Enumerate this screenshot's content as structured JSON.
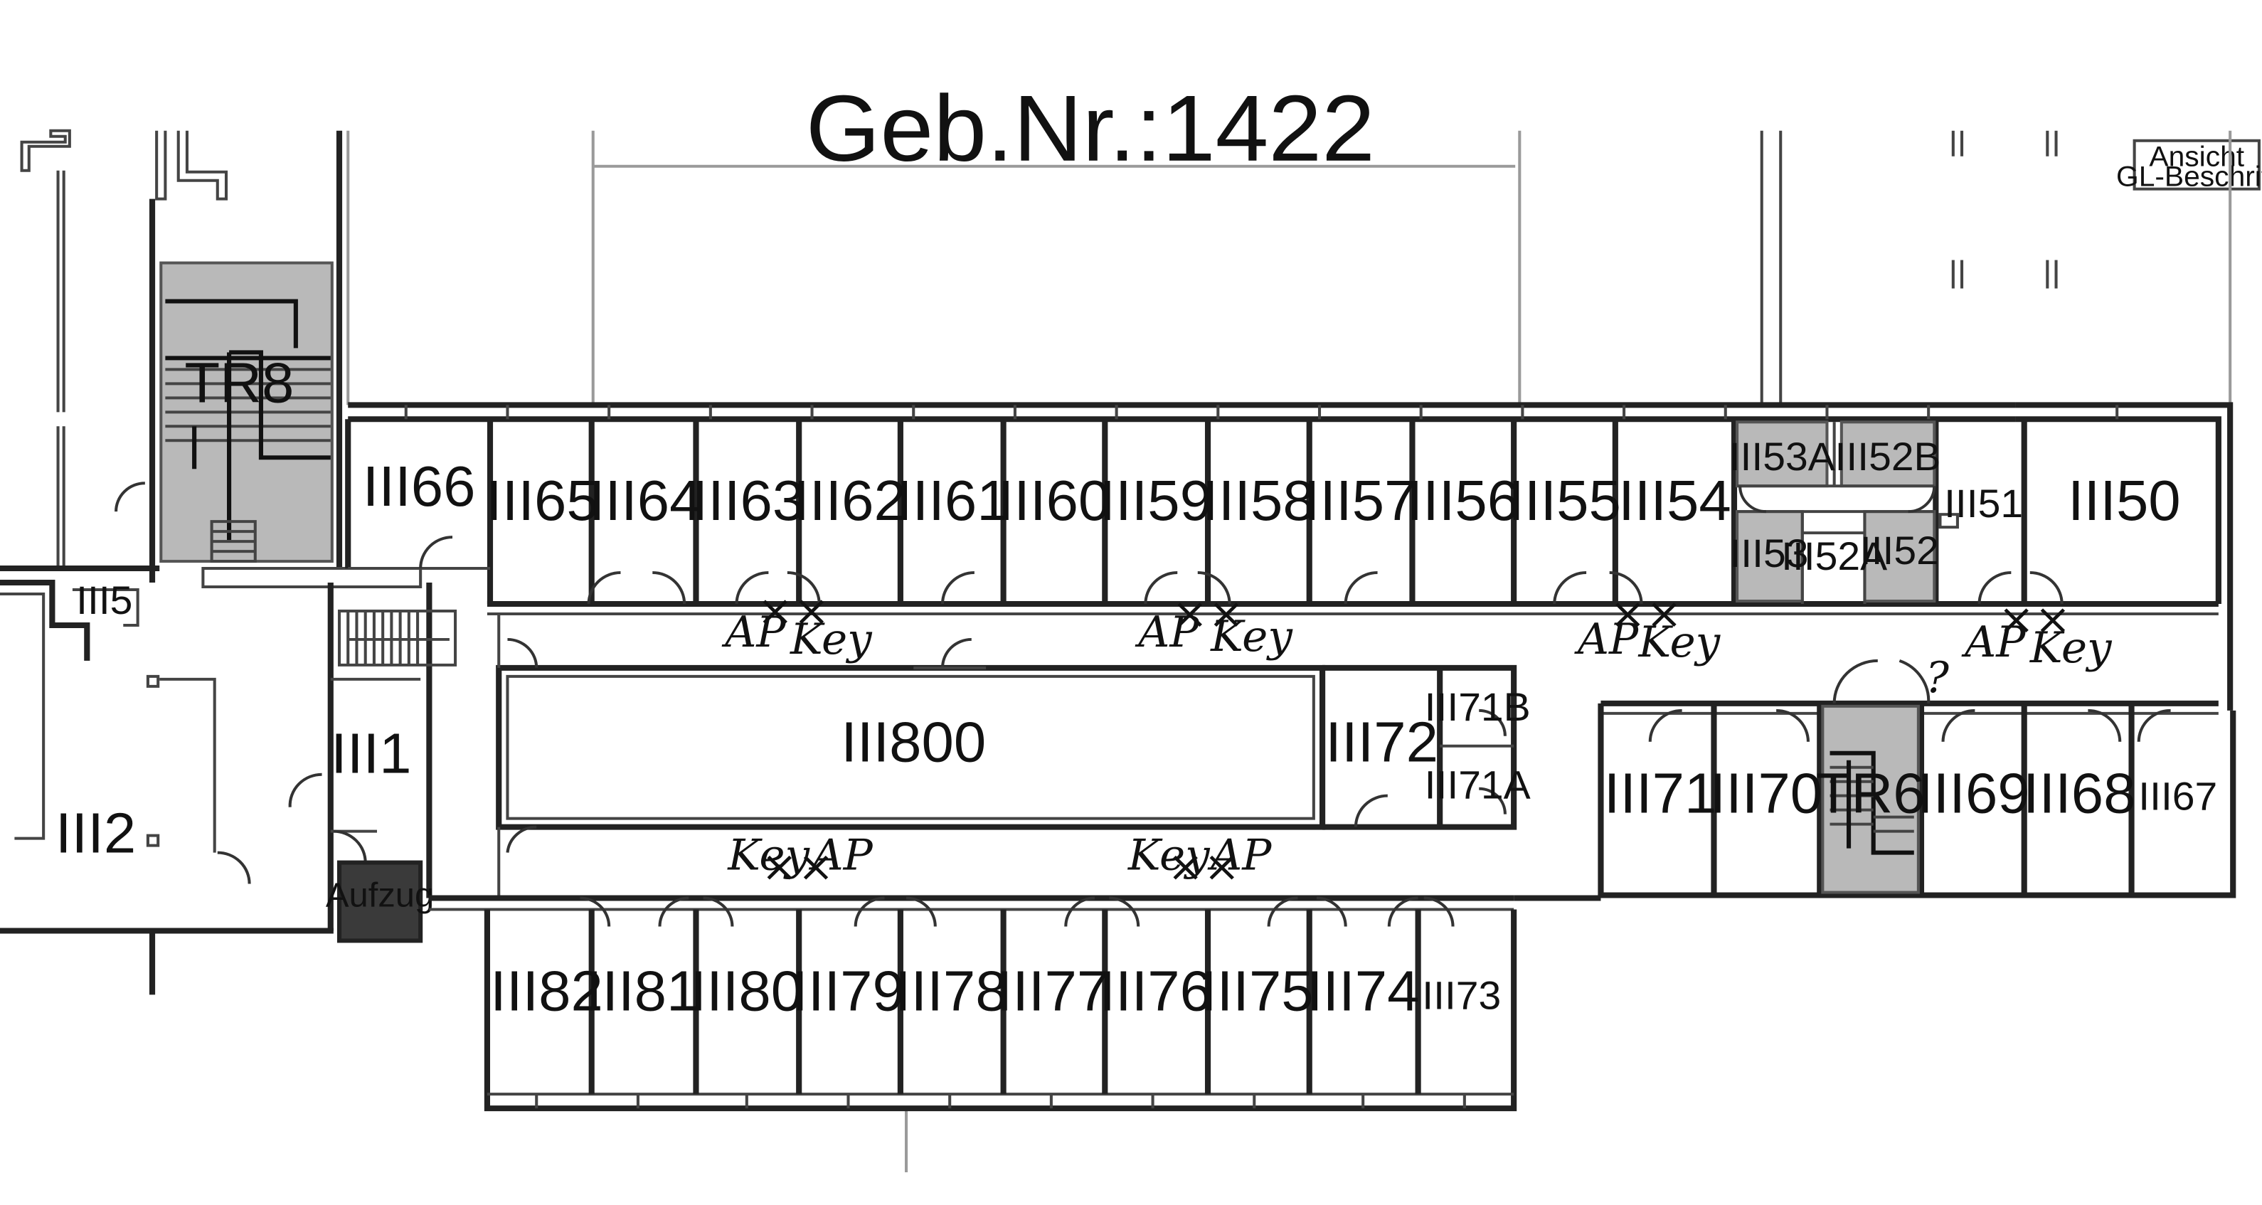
{
  "title": "Geb.Nr.:1422",
  "legend": {
    "line1": "Ansicht",
    "line2": "GL-Beschrift"
  },
  "rooms": {
    "r66": "III66",
    "r65": "III65",
    "r64": "III64",
    "r63": "III63",
    "r62": "III62",
    "r61": "III61",
    "r60": "III60",
    "r59": "III59",
    "r58": "III58",
    "r57": "III57",
    "r56": "III56",
    "r55": "III55",
    "r54": "III54",
    "r53A": "III53A",
    "r52B": "III52B",
    "r53": "III53",
    "r52A": "III52A",
    "r52": "III52",
    "r51": "III51",
    "r50": "III50",
    "r5": "III5",
    "r1": "III1",
    "r2": "III2",
    "r800": "III800",
    "r72": "III72",
    "r71B": "III71B",
    "r71A": "III71A",
    "r71": "III71",
    "r70": "III70",
    "r69": "III69",
    "r68": "III68",
    "r67": "III67",
    "r82": "III82",
    "r81": "III81",
    "r80": "III80",
    "r79": "III79",
    "r78": "III78",
    "r77": "III77",
    "r76": "III76",
    "r75": "III75",
    "r74": "III74",
    "r73": "III73"
  },
  "stairs": {
    "tr8": "TR8",
    "tr6": "TR6"
  },
  "elevator": "Aufzug",
  "notes": {
    "n1": "AP",
    "n1b": "Key",
    "n2": "AP",
    "n2b": "Key",
    "n3": "AP",
    "n3b": "Key",
    "n4": "AP",
    "n4b": "Key",
    "n5": "Key",
    "n5b": "AP",
    "n6": "Key",
    "n6b": "AP",
    "marks": "××",
    "q": "?"
  }
}
